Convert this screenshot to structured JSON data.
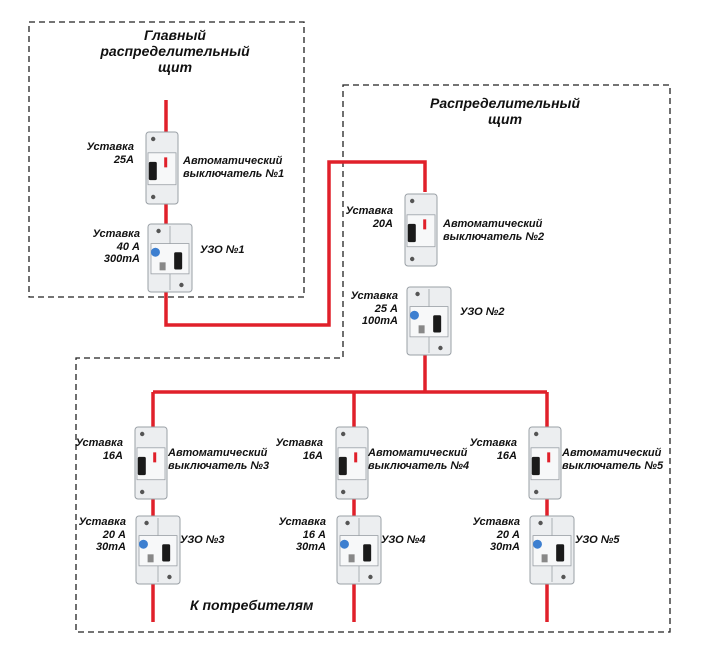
{
  "colors": {
    "wire": "#e0202a",
    "frame": "#222222",
    "device": "#eceef0",
    "device_edge": "#9aa0a6",
    "test_button": "#3d7fd0"
  },
  "main_panel": {
    "title": [
      "Главный",
      "распределительный",
      "щит"
    ],
    "breaker": {
      "setting": [
        "Уставка",
        "25А"
      ],
      "label": [
        "Автоматический",
        "выключатель №1"
      ],
      "icon": "circuit-breaker-icon"
    },
    "rcd": {
      "setting": [
        "Уставка",
        "40 А",
        "300mA"
      ],
      "label": "УЗО №1",
      "icon": "rcd-icon"
    }
  },
  "dist_panel": {
    "title": [
      "Распределительный",
      "щит"
    ],
    "breaker": {
      "setting": [
        "Уставка",
        "20А"
      ],
      "label": [
        "Автоматический",
        "выключатель №2"
      ],
      "icon": "circuit-breaker-icon"
    },
    "rcd": {
      "setting": [
        "Уставка",
        "25 А",
        "100mA"
      ],
      "label": "УЗО №2",
      "icon": "rcd-icon"
    }
  },
  "consumer_groups": [
    {
      "breaker": {
        "setting": [
          "Уставка",
          "16А"
        ],
        "label": [
          "Автоматический",
          "выключатель №3"
        ]
      },
      "rcd": {
        "setting": [
          "Уставка",
          "20 А",
          "30mA"
        ],
        "label": "УЗО №3"
      }
    },
    {
      "breaker": {
        "setting": [
          "Уставка",
          "16А"
        ],
        "label": [
          "Автоматический",
          "выключатель №4"
        ]
      },
      "rcd": {
        "setting": [
          "Уставка",
          "16 А",
          "30mA"
        ],
        "label": "УЗО №4"
      }
    },
    {
      "breaker": {
        "setting": [
          "Уставка",
          "16А"
        ],
        "label": [
          "Автоматический",
          "выключатель №5"
        ]
      },
      "rcd": {
        "setting": [
          "Уставка",
          "20 А",
          "30mA"
        ],
        "label": "УЗО №5"
      }
    }
  ],
  "consumers_label": "К потребителям"
}
